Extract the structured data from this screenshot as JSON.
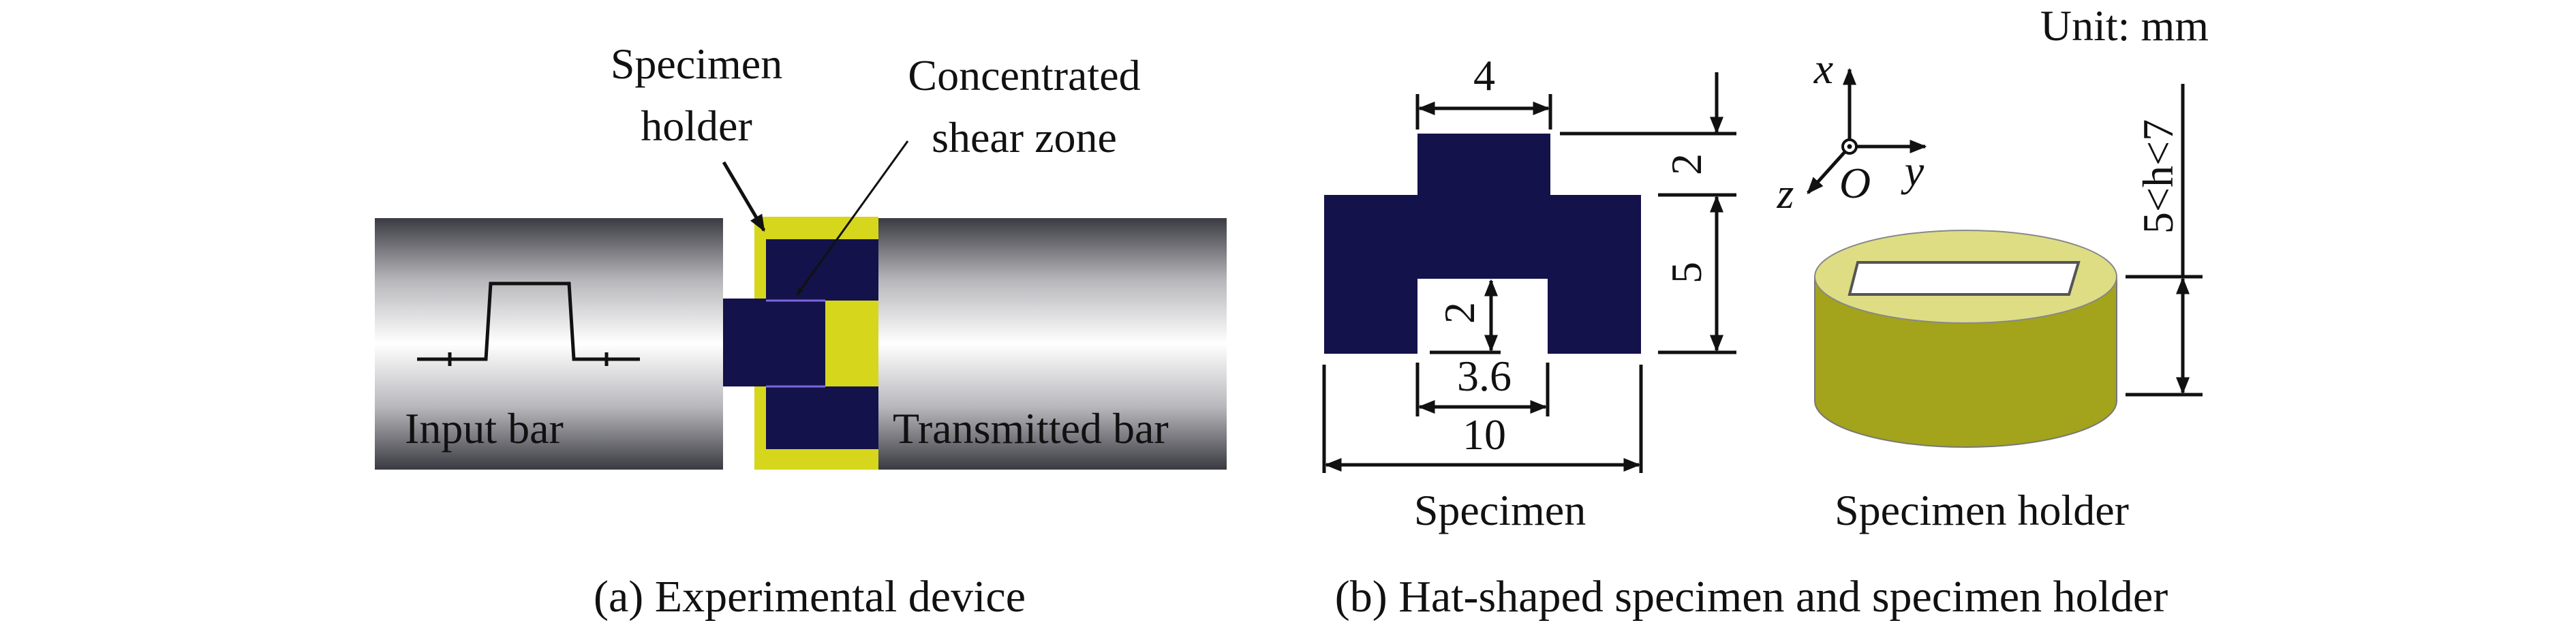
{
  "panel_a": {
    "label_specimen_holder": [
      "Specimen",
      "holder"
    ],
    "label_shear_zone": [
      "Concentrated",
      "shear zone"
    ],
    "label_input_bar": "Input bar",
    "label_transmitted_bar": "Transmitted bar",
    "caption": "(a) Experimental device"
  },
  "panel_b": {
    "unit": "Unit: mm",
    "dims": {
      "top_width": "4",
      "top_height": "2",
      "body_height": "5",
      "inner_gap_height": "2",
      "inner_width": "3.6",
      "total_width": "10",
      "holder_height": "5<h<7"
    },
    "axes": {
      "x": "x",
      "y": "y",
      "z": "z",
      "origin": "O"
    },
    "label_specimen": "Specimen",
    "label_holder": "Specimen holder",
    "caption": "(b) Hat-shaped specimen and specimen holder"
  },
  "colors": {
    "specimen": "#14124a",
    "holder": "#d6d61c",
    "holder_side": "#a3a31c",
    "holder_top": "#dedd84"
  }
}
